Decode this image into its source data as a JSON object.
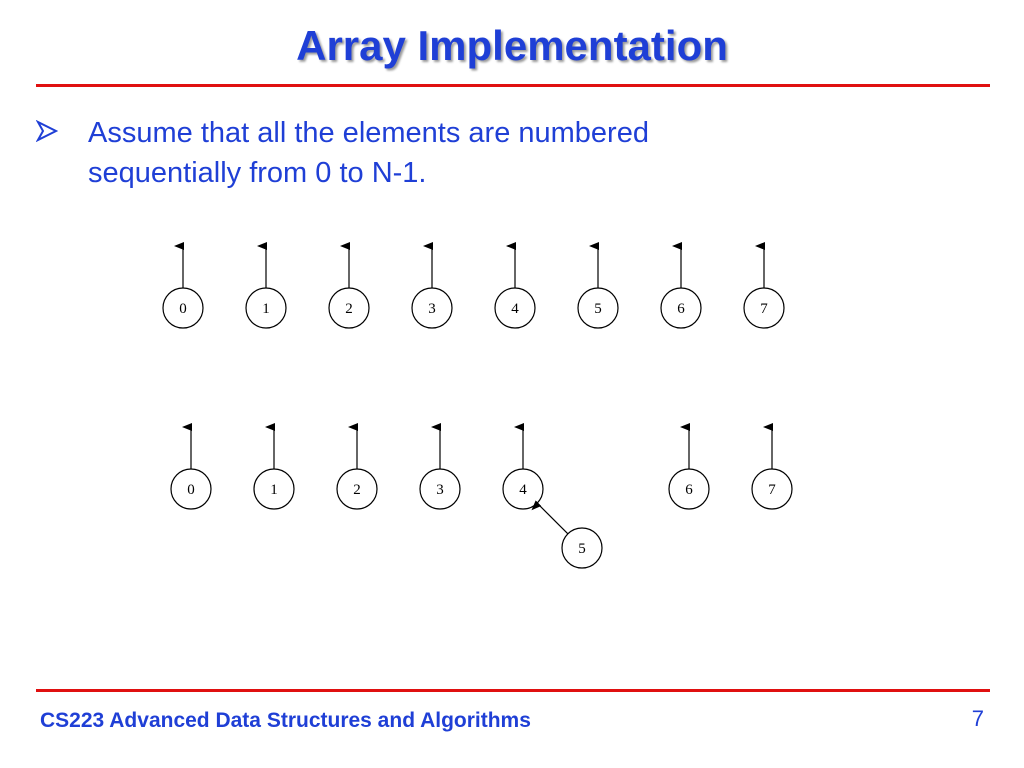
{
  "slide": {
    "title": "Array Implementation",
    "bullet_icon": "arrowhead-bullet-icon",
    "bullet_lines": [
      "Assume that all the elements are numbered",
      "sequentially from 0 to N-1."
    ]
  },
  "diagram": {
    "top_row": {
      "nodes": [
        "0",
        "1",
        "2",
        "3",
        "4",
        "5",
        "6",
        "7"
      ],
      "each_has_up_arrow": true
    },
    "bottom_row": {
      "nodes": [
        "0",
        "1",
        "2",
        "3",
        "4",
        "6",
        "7"
      ],
      "child_node": "5",
      "child_parent": "4"
    }
  },
  "footer": {
    "course": "CS223 Advanced Data Structures and Algorithms",
    "page": "7"
  },
  "colors": {
    "title": "#1f3fd6",
    "text": "#1f3fd6",
    "rule": "#e01010"
  }
}
